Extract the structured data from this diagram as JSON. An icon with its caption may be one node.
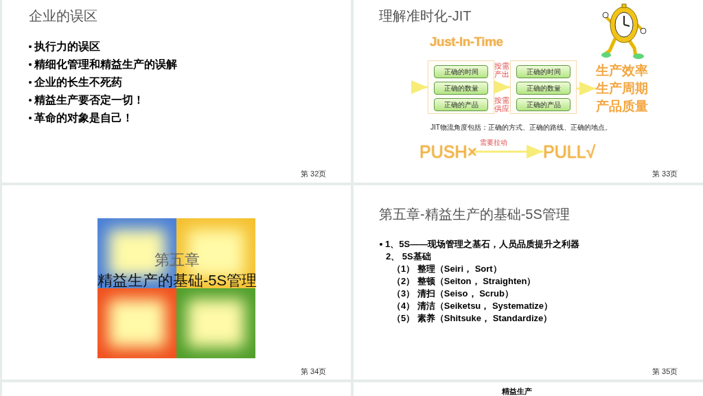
{
  "diagram": {
    "nodes": [
      {
        "text": [],
        "shape": "box"
      },
      {
        "text": [
          "正确的时间"
        ],
        "in": 0
      },
      {
        "text": [
          "正确的数量"
        ],
        "in": 0
      },
      {
        "text": [
          "正确的产品"
        ],
        "in": 0
      },
      {
        "text": [],
        "shape": "box"
      },
      {
        "text": [
          "正确的时间"
        ],
        "in": 4
      },
      {
        "text": [
          "正确的数量"
        ],
        "in": 4
      },
      {
        "text": [
          "正确的产品"
        ],
        "in": 4
      },
      {
        "text": [
          "生产效率",
          "生产周期",
          "产品质量"
        ]
      },
      {
        "text": [
          "PUSH×"
        ]
      },
      {
        "text": [
          "PULL√"
        ]
      }
    ],
    "edges": [
      {
        "from": null,
        "to": 0,
        "arrow": "to"
      },
      {
        "from": 0,
        "to": 4,
        "arrow": "to",
        "label": "按需产出"
      },
      {
        "from": 4,
        "to": 8,
        "arrow": "to"
      },
      {
        "from": 9,
        "to": 10,
        "arrow": "to",
        "label": "需要拉动"
      }
    ],
    "labels": [
      "企业的误区",
      "执行力的误区",
      "精细化管理和精益生产的误解",
      "企业的长生不死药",
      "精益生产要否定一切！",
      "革命的对象是自己！",
      "第 32页",
      "理解准时化-JIT",
      "Just-In-Time",
      "按需供应",
      "JIT物流角度包括：正确的方式、正确的路线、正确的地点。",
      "第 33页",
      "第五章",
      "精益生产的基础-5S管理",
      "第 34页",
      "第五章-精益生产的基础-5S管理",
      "1、5S——现场管理之基石，人员品质提升之利器",
      "2、 5S基础",
      "（1） 整理（Seiri， Sort）",
      "（2） 整顿（Seiton， Straighten）",
      "（3） 清扫（Seiso， Scrub）",
      "（4） 清洁（Seiketsu， Systematize）",
      "（5） 素养（Shitsuke， Standardize）",
      "第 35页",
      "精益生产"
    ]
  }
}
